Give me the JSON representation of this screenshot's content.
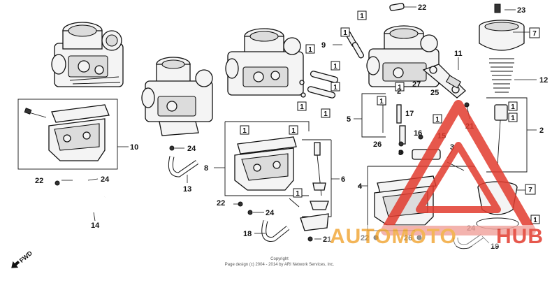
{
  "callouts": {
    "c1": "1",
    "c2": "2",
    "c3": "3",
    "c4": "4",
    "c5": "5",
    "c6": "6",
    "c7": "7",
    "c8": "8",
    "c9": "9",
    "c10": "10",
    "c11": "11",
    "c12": "12",
    "c13": "13",
    "c14": "14",
    "c15": "15",
    "c16": "16",
    "c17": "17",
    "c18": "18",
    "c19": "19",
    "c21": "21",
    "c22": "22",
    "c23": "23",
    "c24": "24",
    "c25": "25",
    "c26": "26",
    "c27": "27"
  },
  "fwd_label": "FWD",
  "copyright": {
    "line1": "Copyright",
    "line2": "Page design (c) 2004 - 2014 by ARI Network Services, Inc."
  },
  "watermark": {
    "text_part1": "AUTOMOTO",
    "text_part2": "HUB",
    "color_red": "#e23b2e",
    "color_orange": "#f2a93b"
  }
}
